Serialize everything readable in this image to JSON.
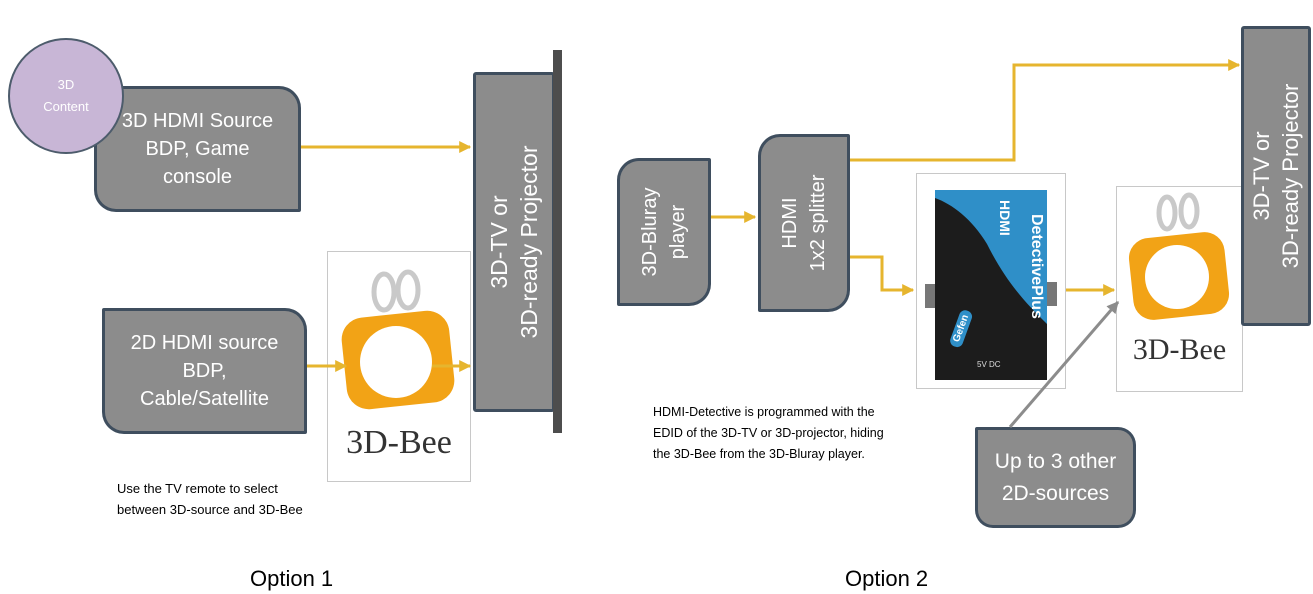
{
  "option1": {
    "content_bubble": "3D\nContent",
    "source_3d": "3D HDMI Source\nBDP, Game\nconsole",
    "source_2d": "2D HDMI source\nBDP,\nCable/Satellite",
    "display": "3D-TV or\n3D-ready Projector",
    "bee_logo_text": "3D-Bee",
    "note": "Use the TV remote to select\nbetween 3D-source and 3D-Bee",
    "caption": "Option 1"
  },
  "option2": {
    "player": "3D-Bluray\nplayer",
    "splitter": "HDMI\n1x2 splitter",
    "display": "3D-TV or\n3D-ready Projector",
    "device_brand": "Gefen",
    "device_label_small": "HDMI",
    "device_label": "DetectivePlus",
    "device_port": "5V DC",
    "bee_logo_text": "3D-Bee",
    "note": "HDMI-Detective is programmed with the\nEDID of the 3D-TV or 3D-projector, hiding\nthe 3D-Bee from the 3D-Bluray player.",
    "callout": "Up to 3 other\n2D-sources",
    "caption": "Option 2"
  },
  "colors": {
    "box_fill": "#8c8c8c",
    "box_border": "#3f4e5e",
    "arrow": "#e6b52e",
    "bubble": "#c8b6d6",
    "bee_orange": "#f2a316",
    "device_blue": "#2f8fc8"
  }
}
